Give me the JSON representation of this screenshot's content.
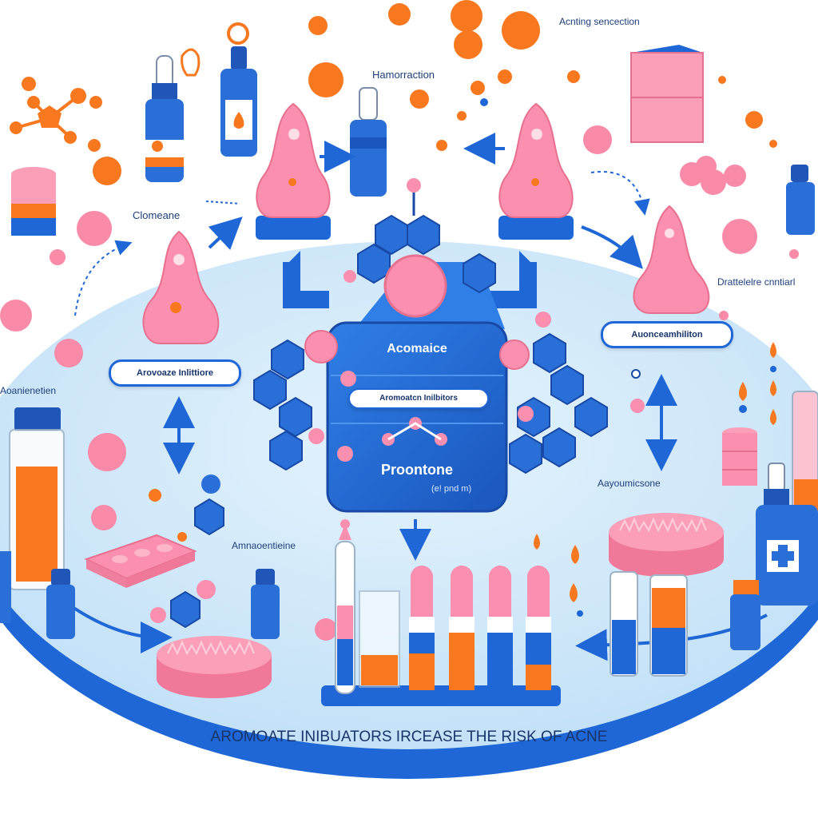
{
  "labels": {
    "top_right": "Acnting sencection",
    "top_center": "Hamorraction",
    "left_upper": "Clomeane",
    "left_mid": "Aoanienetien",
    "center_lower_left": "Amnaoentieine",
    "right_upper": "Drattelelre cnntiarl",
    "right_mid": "Aayoumicsone"
  },
  "pills": {
    "left": "Arovoaze Inlittiore",
    "right": "Auonceamhiliton",
    "center_inner": "Aromoatcn Inilbitors"
  },
  "center_box": {
    "title": "Acomaice",
    "subtitle": "Proontone",
    "note": "(e! pnd m)"
  },
  "footer": {
    "caption": "AROMOATE INIBUATORS IRCEASE THE RISK OF ACNE"
  },
  "colors": {
    "blue": "#1f67d6",
    "light_blue": "#cfe6f9",
    "pink": "#f98aa8",
    "orange": "#f7781f"
  }
}
